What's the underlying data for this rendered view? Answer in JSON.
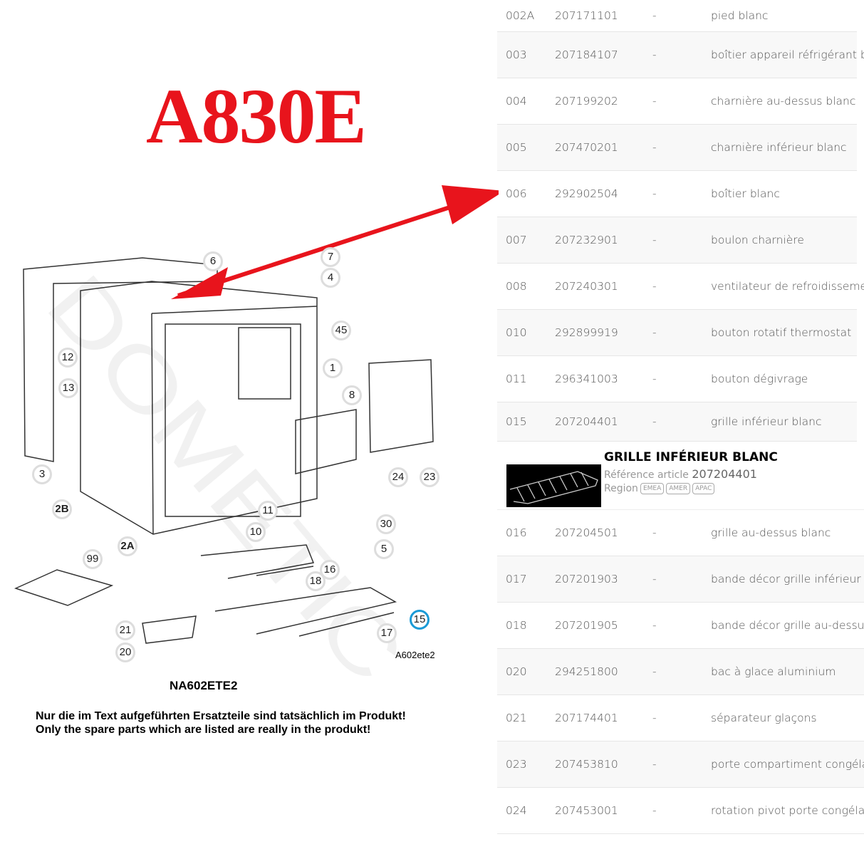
{
  "model_title": "A830E",
  "diagram": {
    "callouts": [
      "6",
      "7",
      "4",
      "45",
      "1",
      "8",
      "12",
      "13",
      "3",
      "2B",
      "24",
      "23",
      "11",
      "10",
      "30",
      "5",
      "2A",
      "99",
      "16",
      "18",
      "15",
      "21",
      "20",
      "17"
    ],
    "drawing_code": "A602ete2",
    "part_code": "NA602ETE2",
    "note_de": "Nur die im Text aufgeführten Ersatzteile sind tatsächlich im Produkt!",
    "note_en": "Only the spare parts which are listed are really in the produkt!",
    "watermark": "DOMETIC",
    "highlighted_callout": "15",
    "arrow_color": "#e8141c"
  },
  "parts_top": [
    {
      "pos": "002A",
      "ref": "207171101",
      "dash": "-",
      "desc": "pied blanc"
    },
    {
      "pos": "003",
      "ref": "207184107",
      "dash": "-",
      "desc": "boîtier appareil réfrigérant blanc"
    },
    {
      "pos": "004",
      "ref": "207199202",
      "dash": "-",
      "desc": "charnière au-dessus blanc"
    },
    {
      "pos": "005",
      "ref": "207470201",
      "dash": "-",
      "desc": "charnière inférieur blanc"
    },
    {
      "pos": "006",
      "ref": "292902504",
      "dash": "-",
      "desc": "boîtier blanc"
    },
    {
      "pos": "007",
      "ref": "207232901",
      "dash": "-",
      "desc": "boulon charnière"
    },
    {
      "pos": "008",
      "ref": "207240301",
      "dash": "-",
      "desc": "ventilateur de refroidissement"
    },
    {
      "pos": "010",
      "ref": "292899919",
      "dash": "-",
      "desc": "bouton rotatif thermostat"
    },
    {
      "pos": "011",
      "ref": "296341003",
      "dash": "-",
      "desc": "bouton dégivrage"
    },
    {
      "pos": "015",
      "ref": "207204401",
      "dash": "-",
      "desc": "grille inférieur blanc"
    }
  ],
  "popup": {
    "title": "GRILLE INFÉRIEUR BLANC",
    "ref_label": "Référence article",
    "ref_value": "207204401",
    "region_label": "Region",
    "regions": [
      "EMEA",
      "AMER",
      "APAC"
    ]
  },
  "parts_bottom": [
    {
      "pos": "016",
      "ref": "207204501",
      "dash": "-",
      "desc": "grille au-dessus blanc"
    },
    {
      "pos": "017",
      "ref": "207201903",
      "dash": "-",
      "desc": "bande décor grille inférieur"
    },
    {
      "pos": "018",
      "ref": "207201905",
      "dash": "-",
      "desc": "bande décor grille au-dessus"
    },
    {
      "pos": "020",
      "ref": "294251800",
      "dash": "-",
      "desc": "bac à glace aluminium"
    },
    {
      "pos": "021",
      "ref": "207174401",
      "dash": "-",
      "desc": "séparateur glaçons"
    },
    {
      "pos": "023",
      "ref": "207453810",
      "dash": "-",
      "desc": "porte compartiment congélateur"
    },
    {
      "pos": "024",
      "ref": "207453001",
      "dash": "-",
      "desc": "rotation pivot porte congélateur"
    }
  ]
}
